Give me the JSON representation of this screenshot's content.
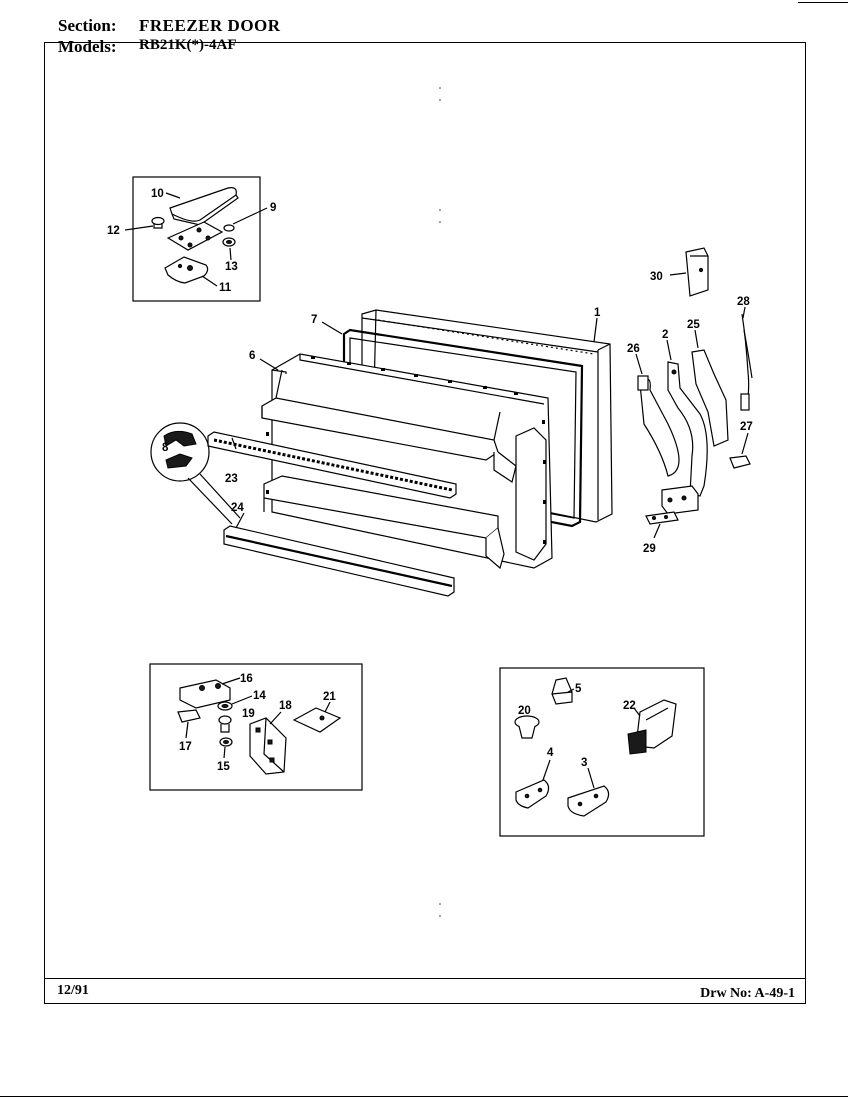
{
  "header": {
    "section_label": "Section:",
    "section_value": "FREEZER DOOR",
    "models_label": "Models:",
    "models_value": "RB21K(*)-4AF"
  },
  "footer": {
    "date": "12/91",
    "drawing_number": "Drw No: A-49-1"
  },
  "callouts": {
    "p1": "1",
    "p2": "2",
    "p3": "3",
    "p4": "4",
    "p5": "5",
    "p6": "6",
    "p7": "7",
    "p8": "8",
    "p9": "9",
    "p10": "10",
    "p11": "11",
    "p12": "12",
    "p13": "13",
    "p14": "14",
    "p15": "15",
    "p16": "16",
    "p17": "17",
    "p18": "18",
    "p19": "19",
    "p20": "20",
    "p21": "21",
    "p22": "22",
    "p23": "23",
    "p24": "24",
    "p25": "25",
    "p26": "26",
    "p27": "27",
    "p28": "28",
    "p29": "29",
    "p30": "30"
  }
}
